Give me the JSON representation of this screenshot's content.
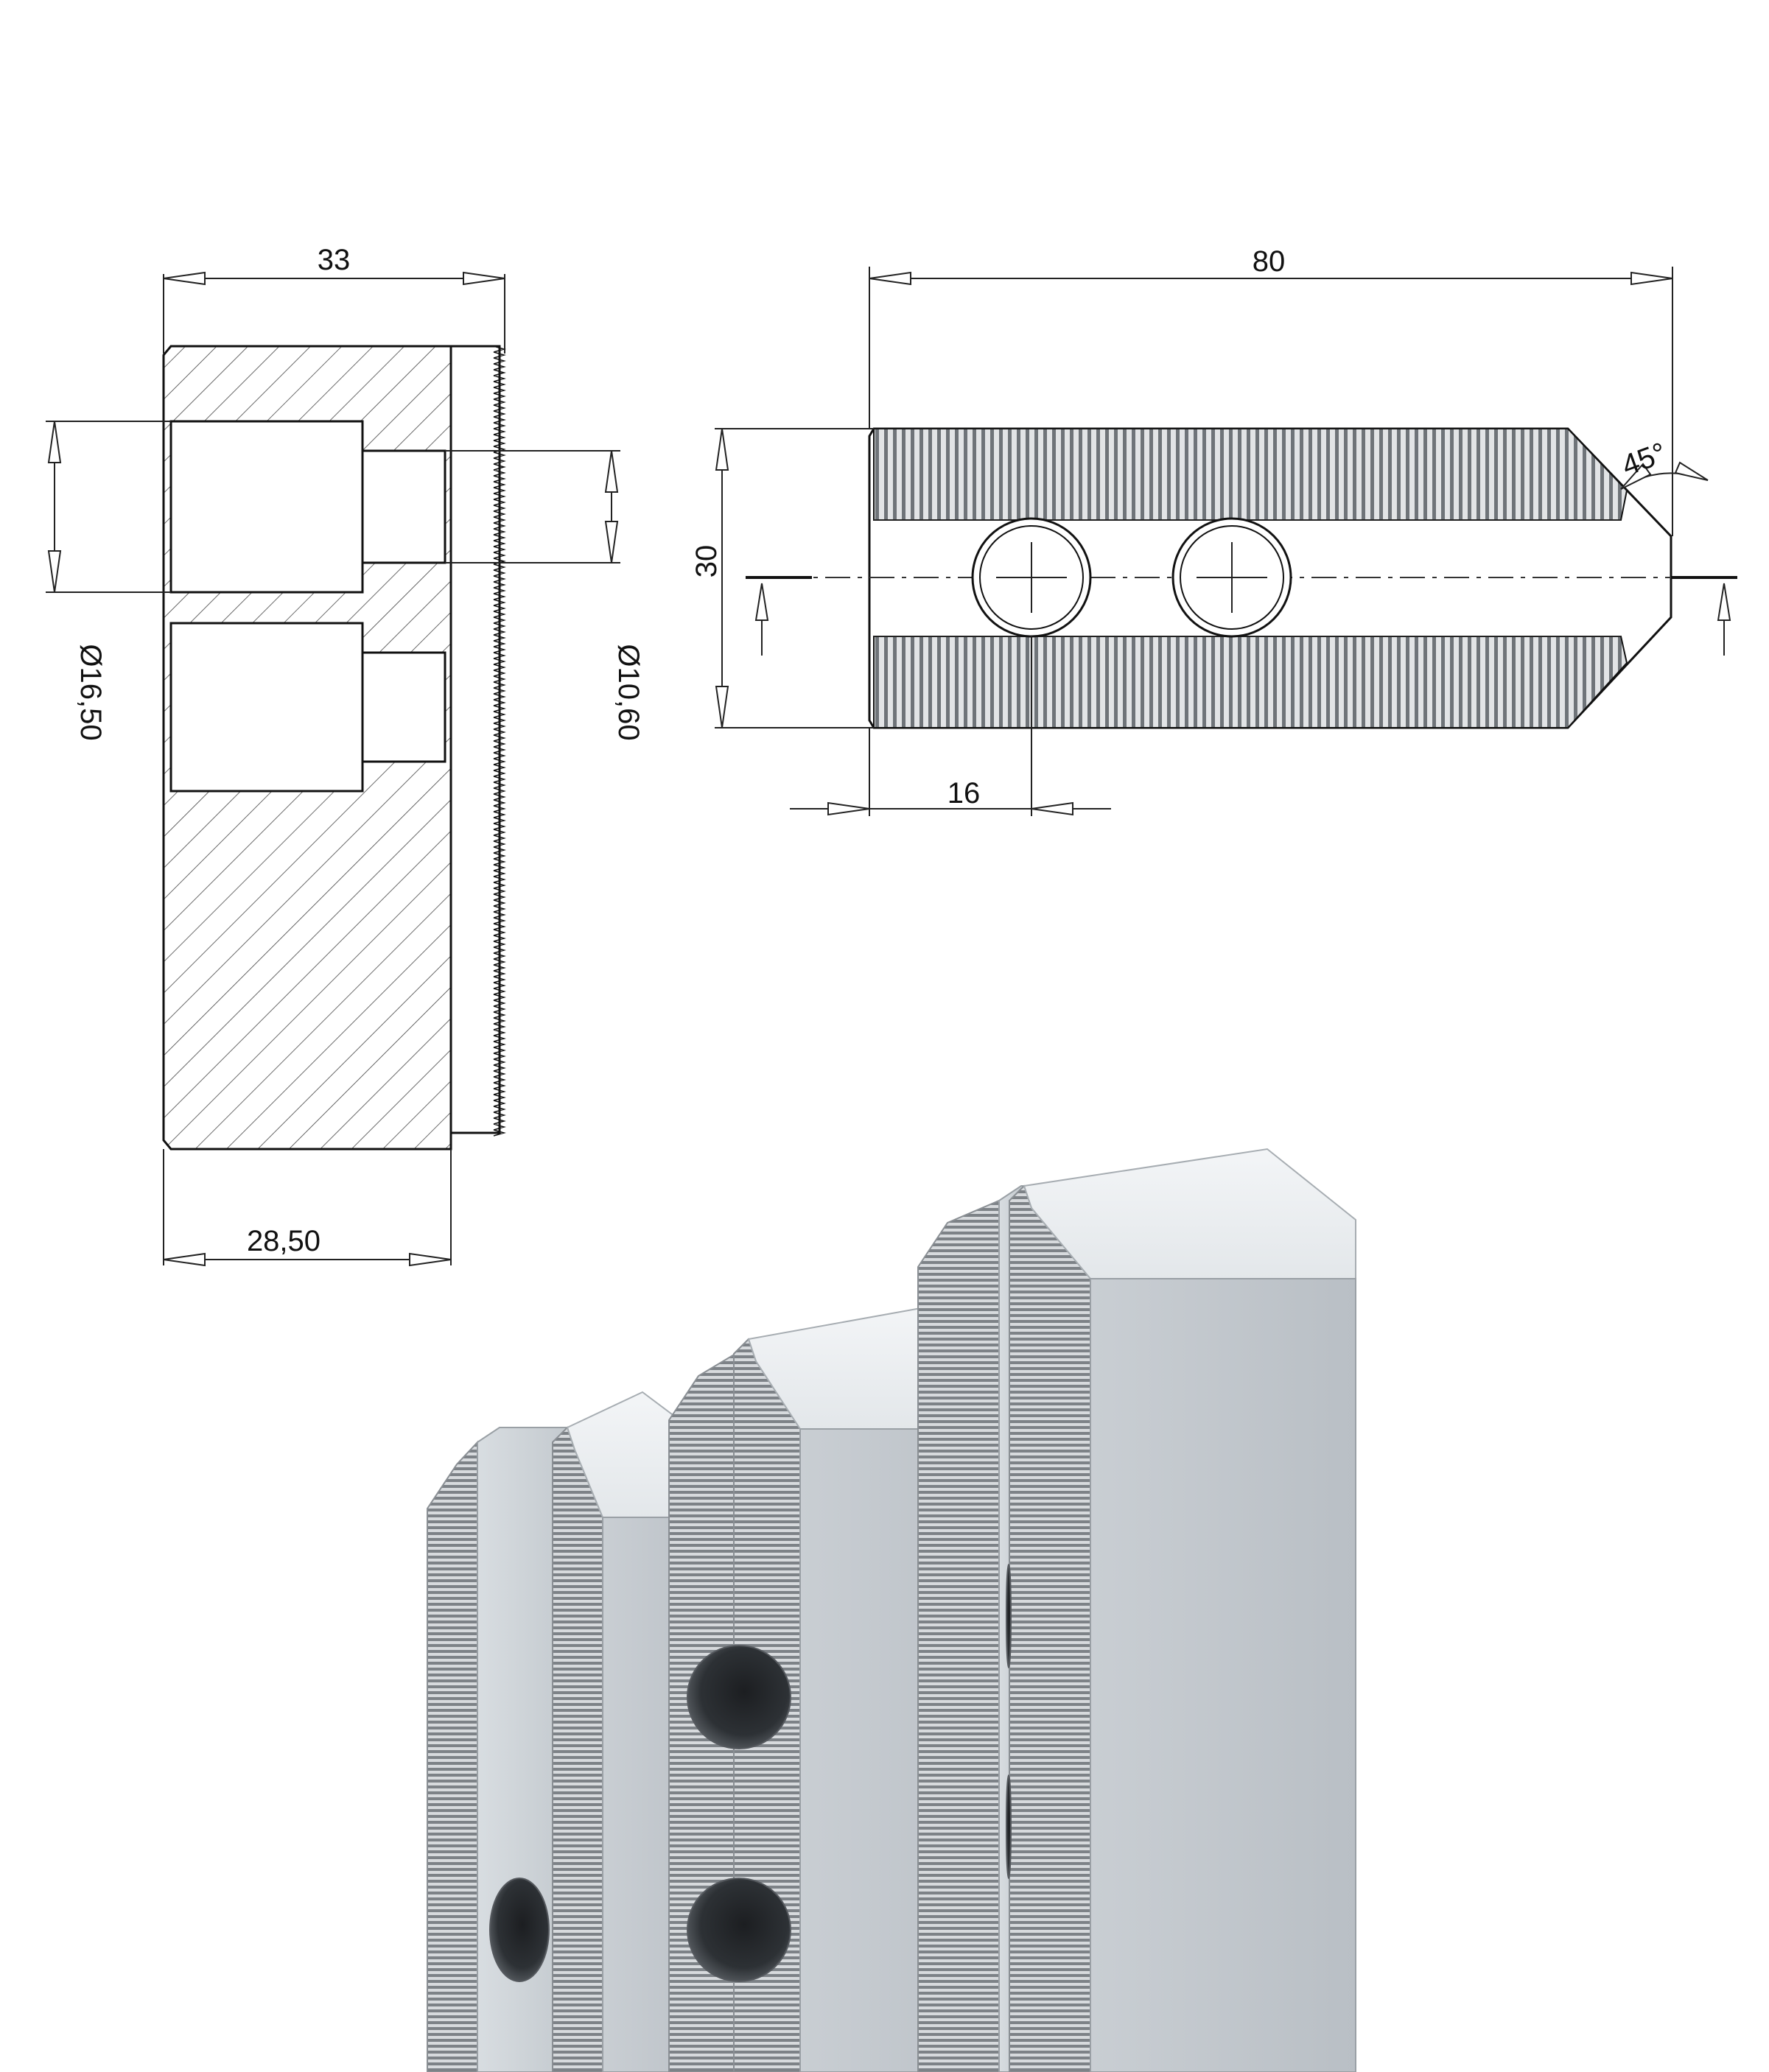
{
  "drawing": {
    "section_view": {
      "dim_width_top": "33",
      "dim_width_bottom": "28,50",
      "dim_bore_left": "Ø16,50",
      "dim_bore_right": "Ø10,60"
    },
    "front_view": {
      "dim_length": "80",
      "dim_height": "30",
      "dim_hole_offset": "16",
      "dim_angle": "45°"
    }
  },
  "render": {
    "jaw_count": 3,
    "material_color": "#c8cdd2",
    "shadow_color": "#8f9499",
    "hole_color": "#2a2d31"
  }
}
